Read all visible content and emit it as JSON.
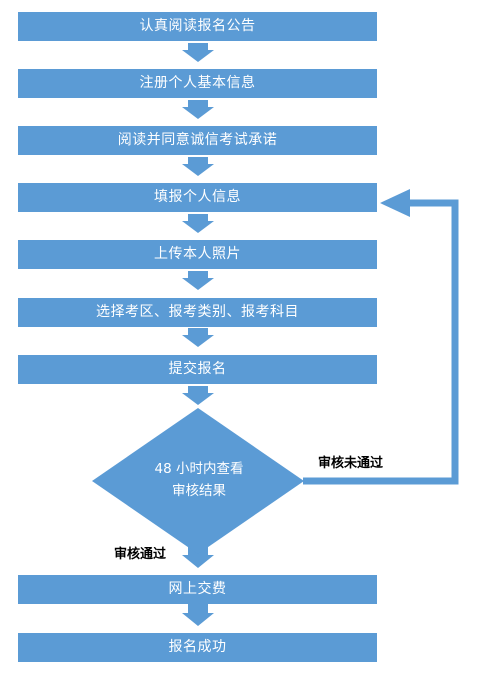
{
  "steps": [
    "认真阅读报名公告",
    "注册个人基本信息",
    "阅读并同意诚信考试承诺",
    "填报个人信息",
    "上传本人照片",
    "选择考区、报考类别、报考科目",
    "提交报名",
    "网上交费",
    "报名成功"
  ],
  "decision": {
    "line1": "48 小时内查看",
    "line2": "审核结果"
  },
  "labels": {
    "rejected": "审核未通过",
    "approved": "审核通过"
  },
  "colors": {
    "box": "#5b9bd5",
    "arrow": "#5b9bd5",
    "text_on_box": "#ffffff"
  }
}
